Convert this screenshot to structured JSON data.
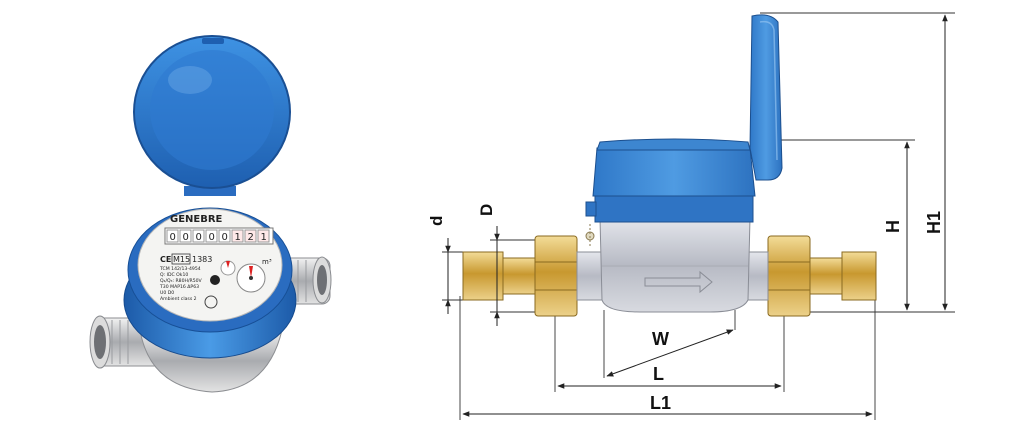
{
  "photo": {
    "brand": "GENEBRE",
    "counter_digits": [
      "0",
      "0",
      "0",
      "0",
      "0",
      "1",
      "2",
      "1"
    ],
    "marking": "M15",
    "marking_number": "1383",
    "unit": "m³",
    "small_print": [
      "TCM 142/13-4954",
      "Q: IDC Ok10",
      "Q₄/Q₃: R80H/R50V",
      "T30 MAP16 ΔP63",
      "U0 D0",
      "Ambient class 2"
    ]
  },
  "diagram": {
    "labels": {
      "d": "d",
      "D": "D",
      "H": "H",
      "H1": "H1",
      "W": "W",
      "L": "L",
      "L1": "L1"
    },
    "colors": {
      "cover_blue": "#3d86d0",
      "body_grey": "#c9ccd6",
      "brass": "#d8b15a"
    }
  }
}
